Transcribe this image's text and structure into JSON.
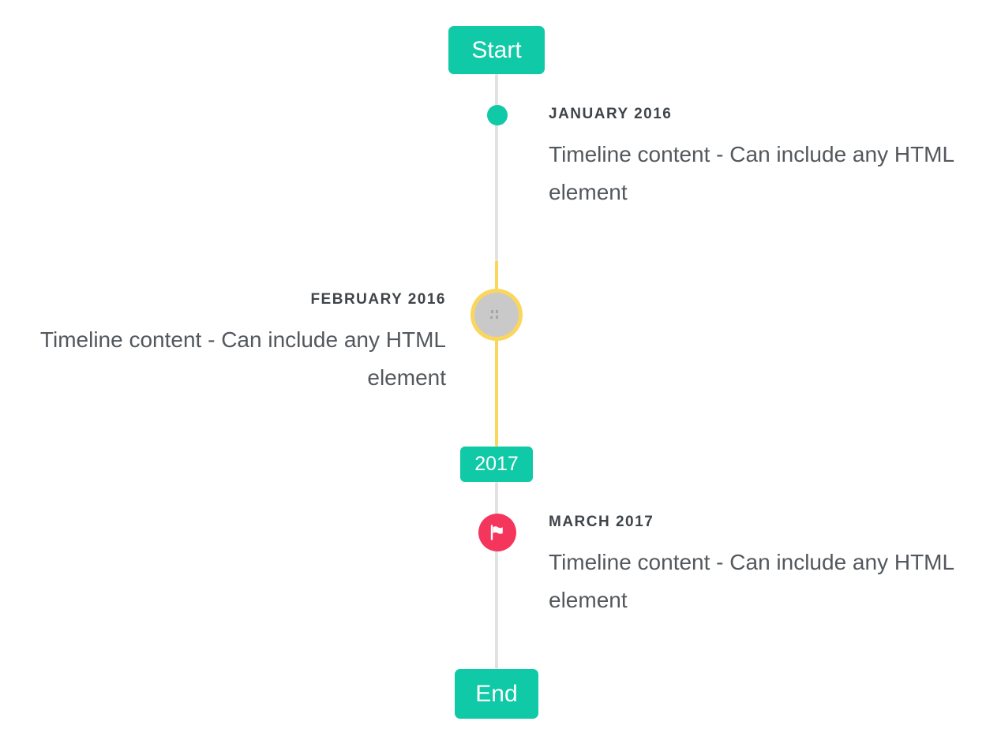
{
  "timeline": {
    "start_button": "Start",
    "end_button": "End",
    "year_badge": "2017",
    "items": [
      {
        "title": "JANUARY 2016",
        "content": "Timeline content - Can include any HTML element",
        "side": "right",
        "marker": "teal-dot"
      },
      {
        "title": "FEBRUARY 2016",
        "content": "Timeline content - Can include any HTML element",
        "side": "left",
        "marker": "gray-circle-yellow-ring-broken-image"
      },
      {
        "title": "MARCH 2017",
        "content": "Timeline content - Can include any HTML element",
        "side": "right",
        "marker": "red-circle-flag"
      }
    ],
    "colors": {
      "teal": "#10c9a6",
      "yellow": "#fbd65d",
      "red": "#f5365c",
      "line_gray": "#e1e1e1",
      "marker_gray": "#c9c9c9"
    }
  }
}
